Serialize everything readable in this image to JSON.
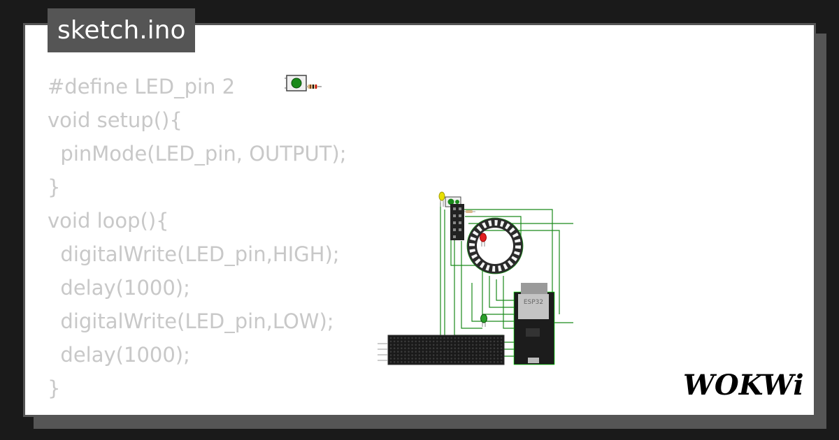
{
  "file_tab": {
    "title": "sketch.ino"
  },
  "code": {
    "lines": [
      "#define LED_pin 2",
      "void setup(){",
      "  pinMode(LED_pin, OUTPUT);",
      "}",
      "void loop(){",
      "  digitalWrite(LED_pin,HIGH);",
      "  delay(1000);",
      "  digitalWrite(LED_pin,LOW);",
      "  delay(1000);",
      "}"
    ]
  },
  "diagram": {
    "board_label": "ESP32",
    "components": [
      "pushbutton-icon",
      "resistor-icon",
      "yellow-led-icon",
      "red-led-icon",
      "green-led-icon",
      "neopixel-ring-icon",
      "esp32-board-icon",
      "led-matrix-icon"
    ]
  },
  "brand": {
    "logo_text": "WOKWi"
  },
  "colors": {
    "background": "#1a1a1a",
    "frame": "#555555",
    "code_text": "#c8c8c8",
    "wire": "#1a8a1a"
  }
}
